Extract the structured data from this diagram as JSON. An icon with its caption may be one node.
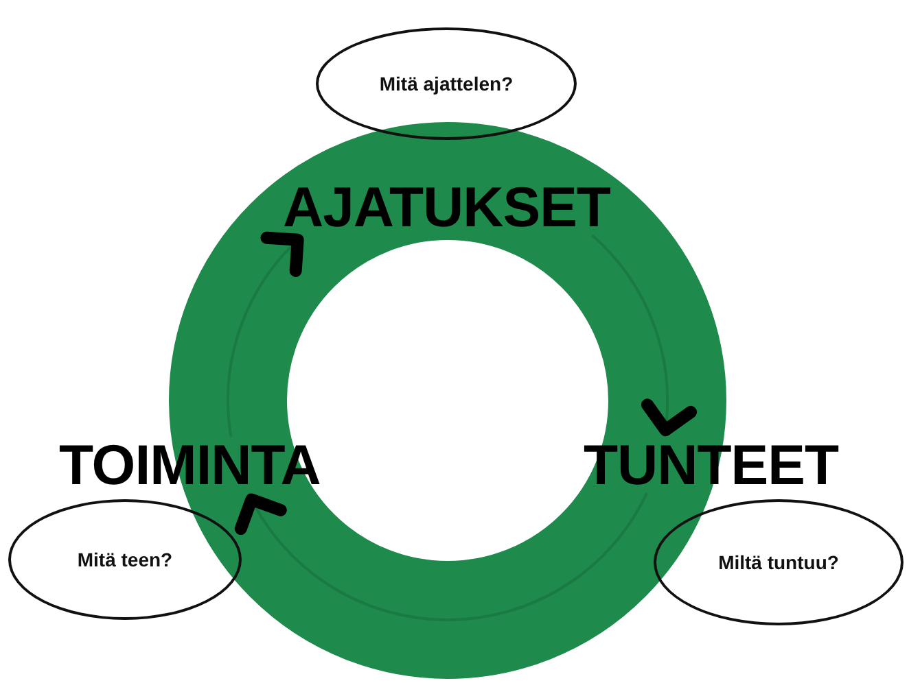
{
  "diagram": {
    "nodes": [
      {
        "text": [
          "Mitä ajattelen?"
        ]
      },
      {
        "text": [
          "AJATUKSET"
        ]
      },
      {
        "text": [
          "TOIMINTA"
        ]
      },
      {
        "text": [
          "TUNTEET"
        ]
      },
      {
        "text": [
          "Mitä teen?"
        ]
      },
      {
        "text": [
          "Miltä tuntuu?"
        ]
      }
    ],
    "edges": [
      {
        "from": 1,
        "to": 3,
        "arrow": "to"
      },
      {
        "from": 3,
        "to": 2,
        "arrow": "to"
      },
      {
        "from": 2,
        "to": 1,
        "arrow": "to"
      }
    ]
  }
}
